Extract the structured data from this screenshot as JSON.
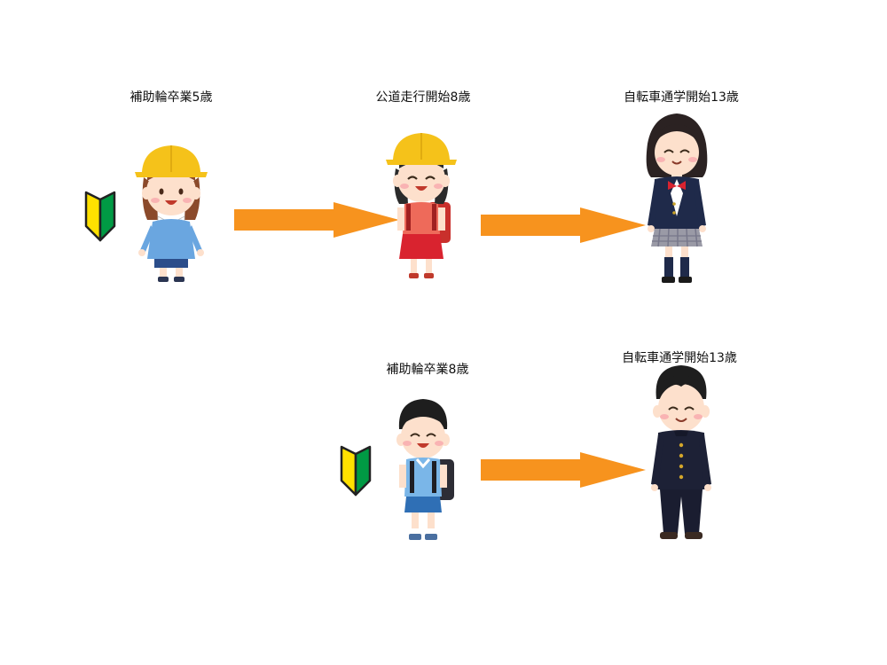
{
  "row1": {
    "stage1_label": "補助輪卒業5歳",
    "stage2_label": "公道走行開始8歳",
    "stage3_label": "自転車通学開始13歳"
  },
  "row2": {
    "stage1_label": "補助輪卒業8歳",
    "stage2_label": "自転車通学開始13歳"
  },
  "colors": {
    "arrow": "#f7931e",
    "helmet": "#f5c21a",
    "beginner_mark_yellow": "#ffe100",
    "beginner_mark_green": "#009a44"
  },
  "icons": {
    "beginner_mark": "beginner-driver-mark-icon"
  }
}
